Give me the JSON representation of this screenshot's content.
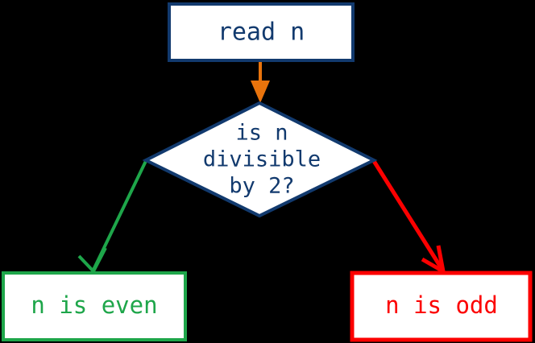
{
  "diagram": {
    "type": "flowchart",
    "title": "even-odd decision flowchart",
    "background_color": "#000000",
    "colors": {
      "navy": "#123a6e",
      "orange": "#e8730c",
      "green": "#1ea64a",
      "red": "#fc0000",
      "node_fill": "#ffffff"
    },
    "nodes": [
      {
        "id": "read-n",
        "shape": "rectangle",
        "label": "read n",
        "lines": [
          "read n"
        ],
        "border_color": "#123a6e",
        "text_color": "#123a6e",
        "fill": "#ffffff"
      },
      {
        "id": "is-n-divisible-by-2",
        "shape": "diamond",
        "label": "is n divisible by 2?",
        "lines": [
          "is n",
          "divisible",
          "by 2?"
        ],
        "border_color": "#123a6e",
        "text_color": "#123a6e",
        "fill": "#ffffff"
      },
      {
        "id": "n-is-even",
        "shape": "rectangle",
        "label": "n is even",
        "lines": [
          "n is even"
        ],
        "border_color": "#1ea64a",
        "text_color": "#1ea64a",
        "fill": "#ffffff"
      },
      {
        "id": "n-is-odd",
        "shape": "rectangle",
        "label": "n is odd",
        "lines": [
          "n is odd"
        ],
        "border_color": "#fc0000",
        "text_color": "#fc0000",
        "fill": "#ffffff"
      }
    ],
    "edges": [
      {
        "id": "read-to-decision",
        "from": "read-n",
        "to": "is-n-divisible-by-2",
        "label": "",
        "color": "#e8730c"
      },
      {
        "id": "decision-to-even",
        "from": "is-n-divisible-by-2",
        "to": "n-is-even",
        "label": "",
        "color": "#1ea64a"
      },
      {
        "id": "decision-to-odd",
        "from": "is-n-divisible-by-2",
        "to": "n-is-odd",
        "label": "",
        "color": "#fc0000"
      }
    ]
  }
}
